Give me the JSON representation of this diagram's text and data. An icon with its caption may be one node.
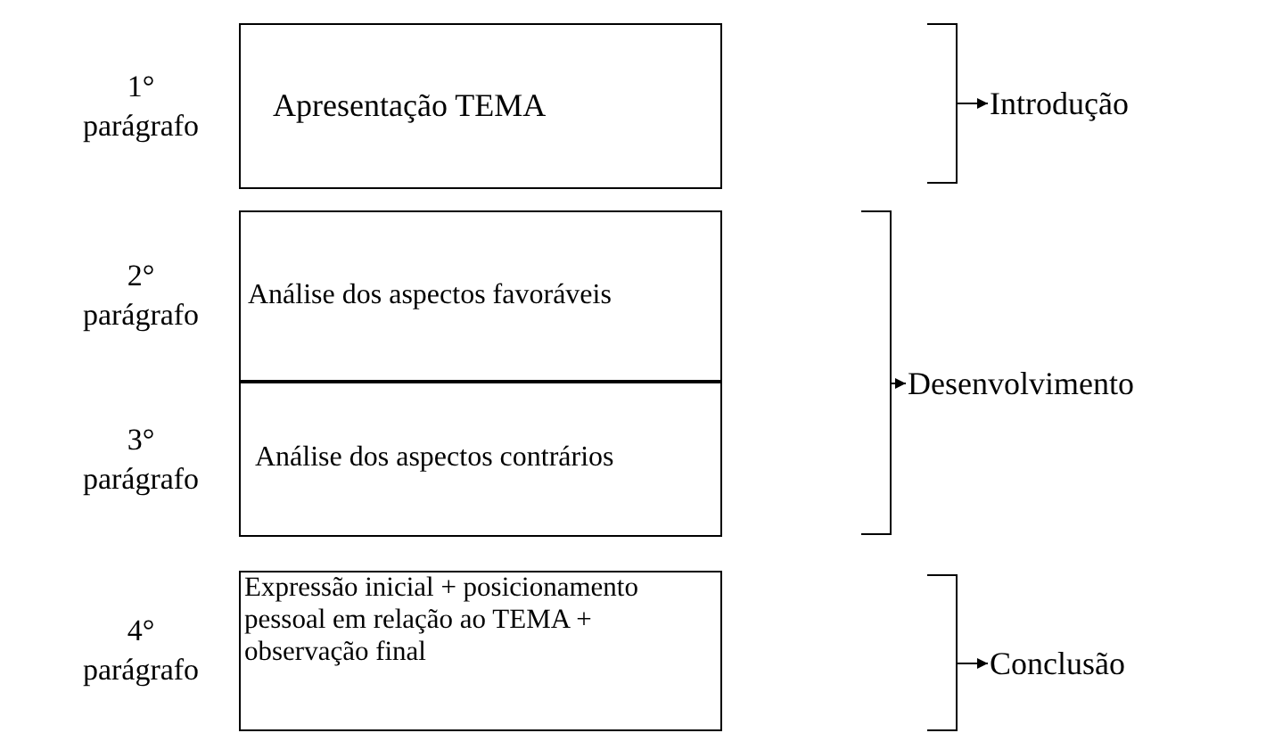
{
  "diagram": {
    "nodes": [
      {
        "text": [
          "Apresentação TEMA"
        ],
        "beside": [
          "1° parágrafo"
        ]
      },
      {
        "text": [
          "Análise dos aspectos favoráveis"
        ],
        "beside": [
          "2° parágrafo"
        ]
      },
      {
        "text": [
          "Análise dos aspectos contrários"
        ],
        "beside": [
          "3° parágrafo"
        ]
      },
      {
        "text": [
          "Expressão inicial + posicionamento pessoal em relação ao TEMA + observação final"
        ],
        "beside": [
          "4° parágrafo"
        ]
      },
      {
        "text": [
          "Introdução"
        ]
      },
      {
        "text": [
          "Desenvolvimento"
        ]
      },
      {
        "text": [
          "Conclusão"
        ]
      },
      {
        "text": [],
        "shape": "bracket"
      },
      {
        "text": [],
        "shape": "bracket"
      },
      {
        "text": [],
        "shape": "bracket"
      }
    ],
    "edges": [
      {
        "from": 7,
        "to": 4,
        "arrow": "to"
      },
      {
        "from": 8,
        "to": 5,
        "arrow": "to"
      },
      {
        "from": 9,
        "to": 6,
        "arrow": "to"
      }
    ]
  }
}
